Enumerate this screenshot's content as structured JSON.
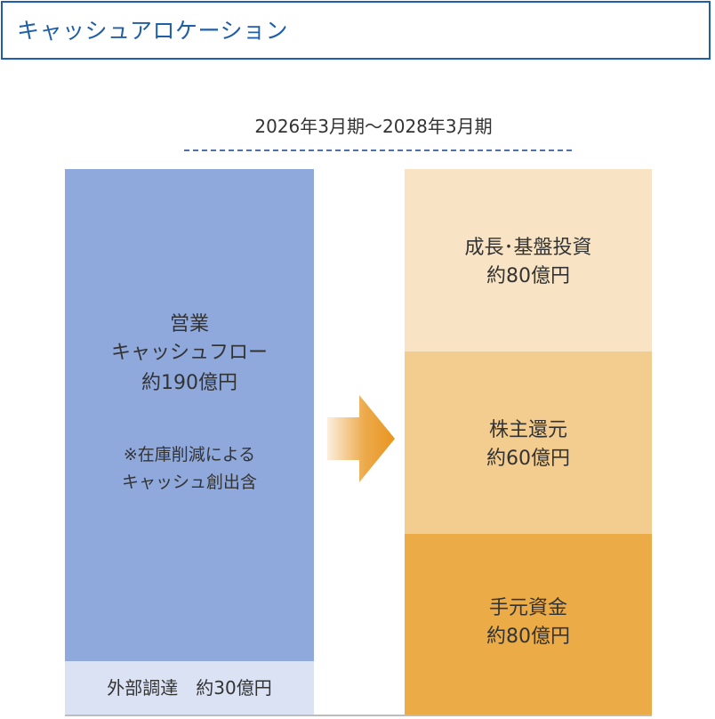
{
  "title": "キャッシュアロケーション",
  "period": "2026年3月期～2028年3月期",
  "sources": {
    "operating_cf": {
      "line1": "営業",
      "line2": "キャッシュフロー",
      "line3": "約190億円"
    },
    "note": {
      "line1": "※在庫削減による",
      "line2": "キャッシュ創出含"
    },
    "external": "外部調達　約30億円"
  },
  "uses": {
    "growth": {
      "label": "成長･基盤投資",
      "amount": "約80億円"
    },
    "shareholder_return": {
      "label": "株主還元",
      "amount": "約60億円"
    },
    "cash_on_hand": {
      "label": "手元資金",
      "amount": "約80億円"
    }
  },
  "colors": {
    "title": "#1f5fa8",
    "operating_cf": "#8fa9dc",
    "external": "#dae2f3",
    "growth": "#f8e4c4",
    "shareholder_return": "#f3cc8f",
    "cash_on_hand": "#ebac48",
    "arrow": "#e8951f"
  }
}
